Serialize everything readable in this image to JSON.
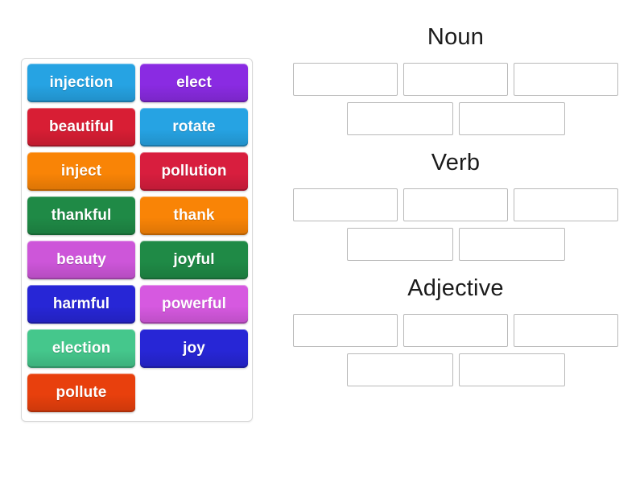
{
  "activity": {
    "type": "group-sort-drag-and-drop",
    "tile_bank": {
      "name": "word-bank",
      "tiles": [
        {
          "label": "injection",
          "color": "#26a3e3"
        },
        {
          "label": "elect",
          "color": "#8a2be2"
        },
        {
          "label": "beautiful",
          "color": "#d81e34"
        },
        {
          "label": "rotate",
          "color": "#26a3e3"
        },
        {
          "label": "inject",
          "color": "#f98406"
        },
        {
          "label": "pollution",
          "color": "#d81e3e"
        },
        {
          "label": "thankful",
          "color": "#1f8a46"
        },
        {
          "label": "thank",
          "color": "#f98406"
        },
        {
          "label": "beauty",
          "color": "#cd56d9"
        },
        {
          "label": "joyful",
          "color": "#1f8a46"
        },
        {
          "label": "harmful",
          "color": "#2726d6"
        },
        {
          "label": "powerful",
          "color": "#d659e0"
        },
        {
          "label": "election",
          "color": "#45c78c"
        },
        {
          "label": "joy",
          "color": "#2726d6"
        },
        {
          "label": "pollute",
          "color": "#e8400d"
        },
        {
          "label": "",
          "color": "transparent",
          "empty": true
        }
      ]
    },
    "groups": [
      {
        "title": "Noun",
        "rows": [
          {
            "slots": [
              "",
              "",
              ""
            ]
          },
          {
            "slots": [
              "",
              ""
            ]
          }
        ]
      },
      {
        "title": "Verb",
        "rows": [
          {
            "slots": [
              "",
              "",
              ""
            ]
          },
          {
            "slots": [
              "",
              ""
            ]
          }
        ]
      },
      {
        "title": "Adjective",
        "rows": [
          {
            "slots": [
              "",
              "",
              ""
            ]
          },
          {
            "slots": [
              "",
              ""
            ]
          }
        ]
      }
    ]
  },
  "colors": {
    "page_background": "#ffffff",
    "panel_border": "#d8d8d8",
    "slot_border": "#b9b9b9",
    "title_text": "#1b1b1b",
    "tile_text": "#ffffff"
  }
}
